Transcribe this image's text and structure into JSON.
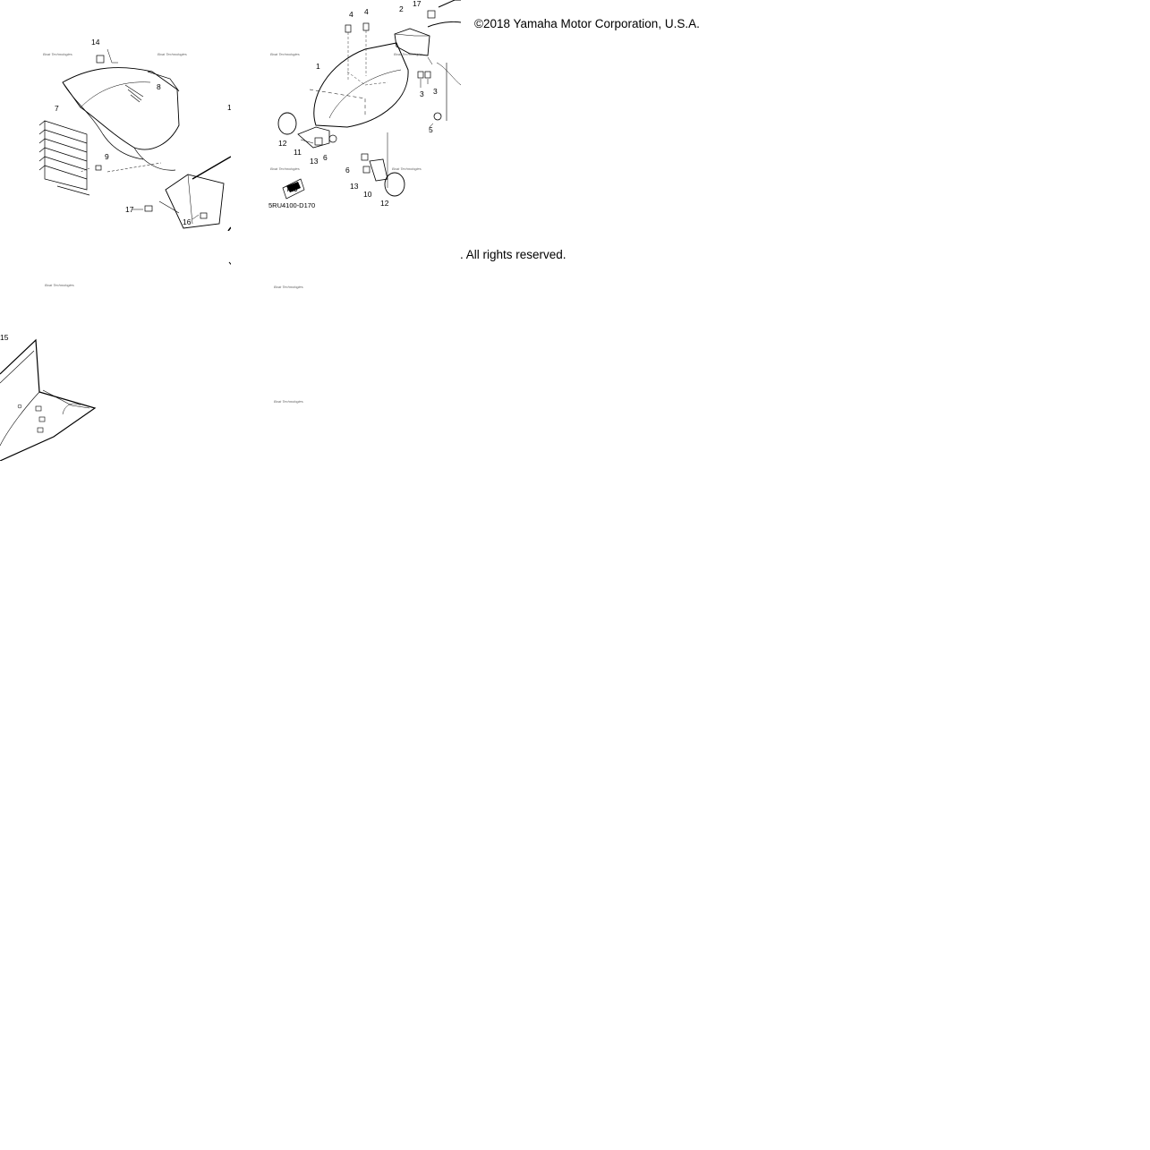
{
  "copyright": "©2018 Yamaha Motor Corporation, U.S.A.",
  "rights": ". All rights reserved.",
  "diagram_code": "5RU4100-D170",
  "fwd_label": "FWD",
  "watermark": "Boat Technologies",
  "callouts": [
    "14",
    "8",
    "7",
    "9",
    "17",
    "16",
    "1",
    "15",
    "4",
    "4",
    "2",
    "17",
    "1",
    "3",
    "3",
    "5",
    "12",
    "11",
    "13",
    "6",
    "6",
    "13",
    "10",
    "12"
  ]
}
